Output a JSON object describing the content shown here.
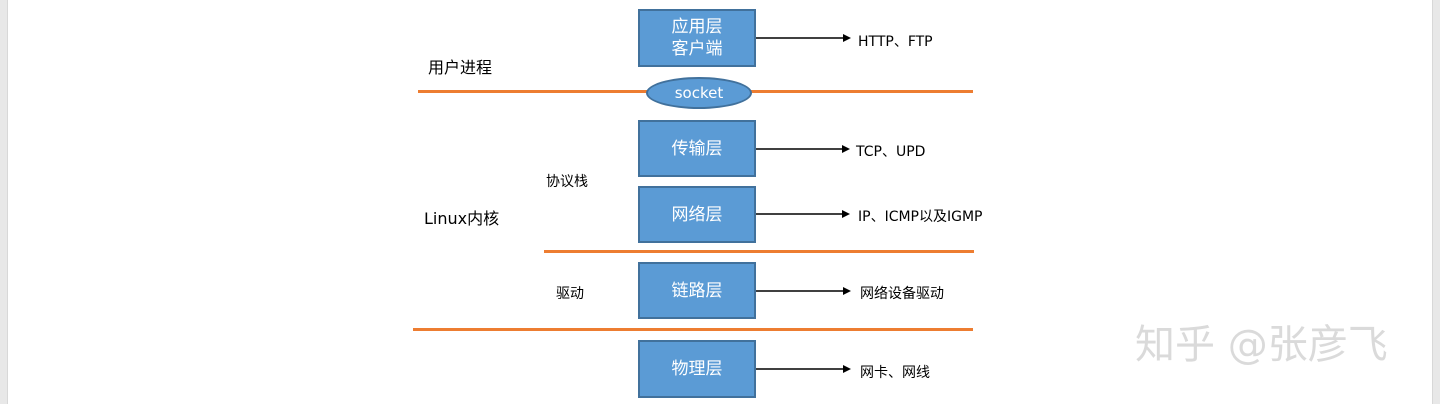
{
  "layers": [
    {
      "label": "应用层\n客户端",
      "annotation": "HTTP、FTP"
    },
    {
      "label": "传输层",
      "annotation": "TCP、UPD"
    },
    {
      "label": "网络层",
      "annotation": "IP、ICMP以及IGMP"
    },
    {
      "label": "链路层",
      "annotation": "网络设备驱动"
    },
    {
      "label": "物理层",
      "annotation": "网卡、网线"
    }
  ],
  "socket_label": "socket",
  "side_labels": {
    "user_process": "用户进程",
    "protocol_stack": "协议栈",
    "linux_kernel": "Linux内核",
    "driver": "驱动"
  },
  "watermark": "知乎 @张彦飞",
  "colors": {
    "box_fill": "#5b9bd5",
    "box_border": "#41719c",
    "divider": "#ed7d31"
  }
}
